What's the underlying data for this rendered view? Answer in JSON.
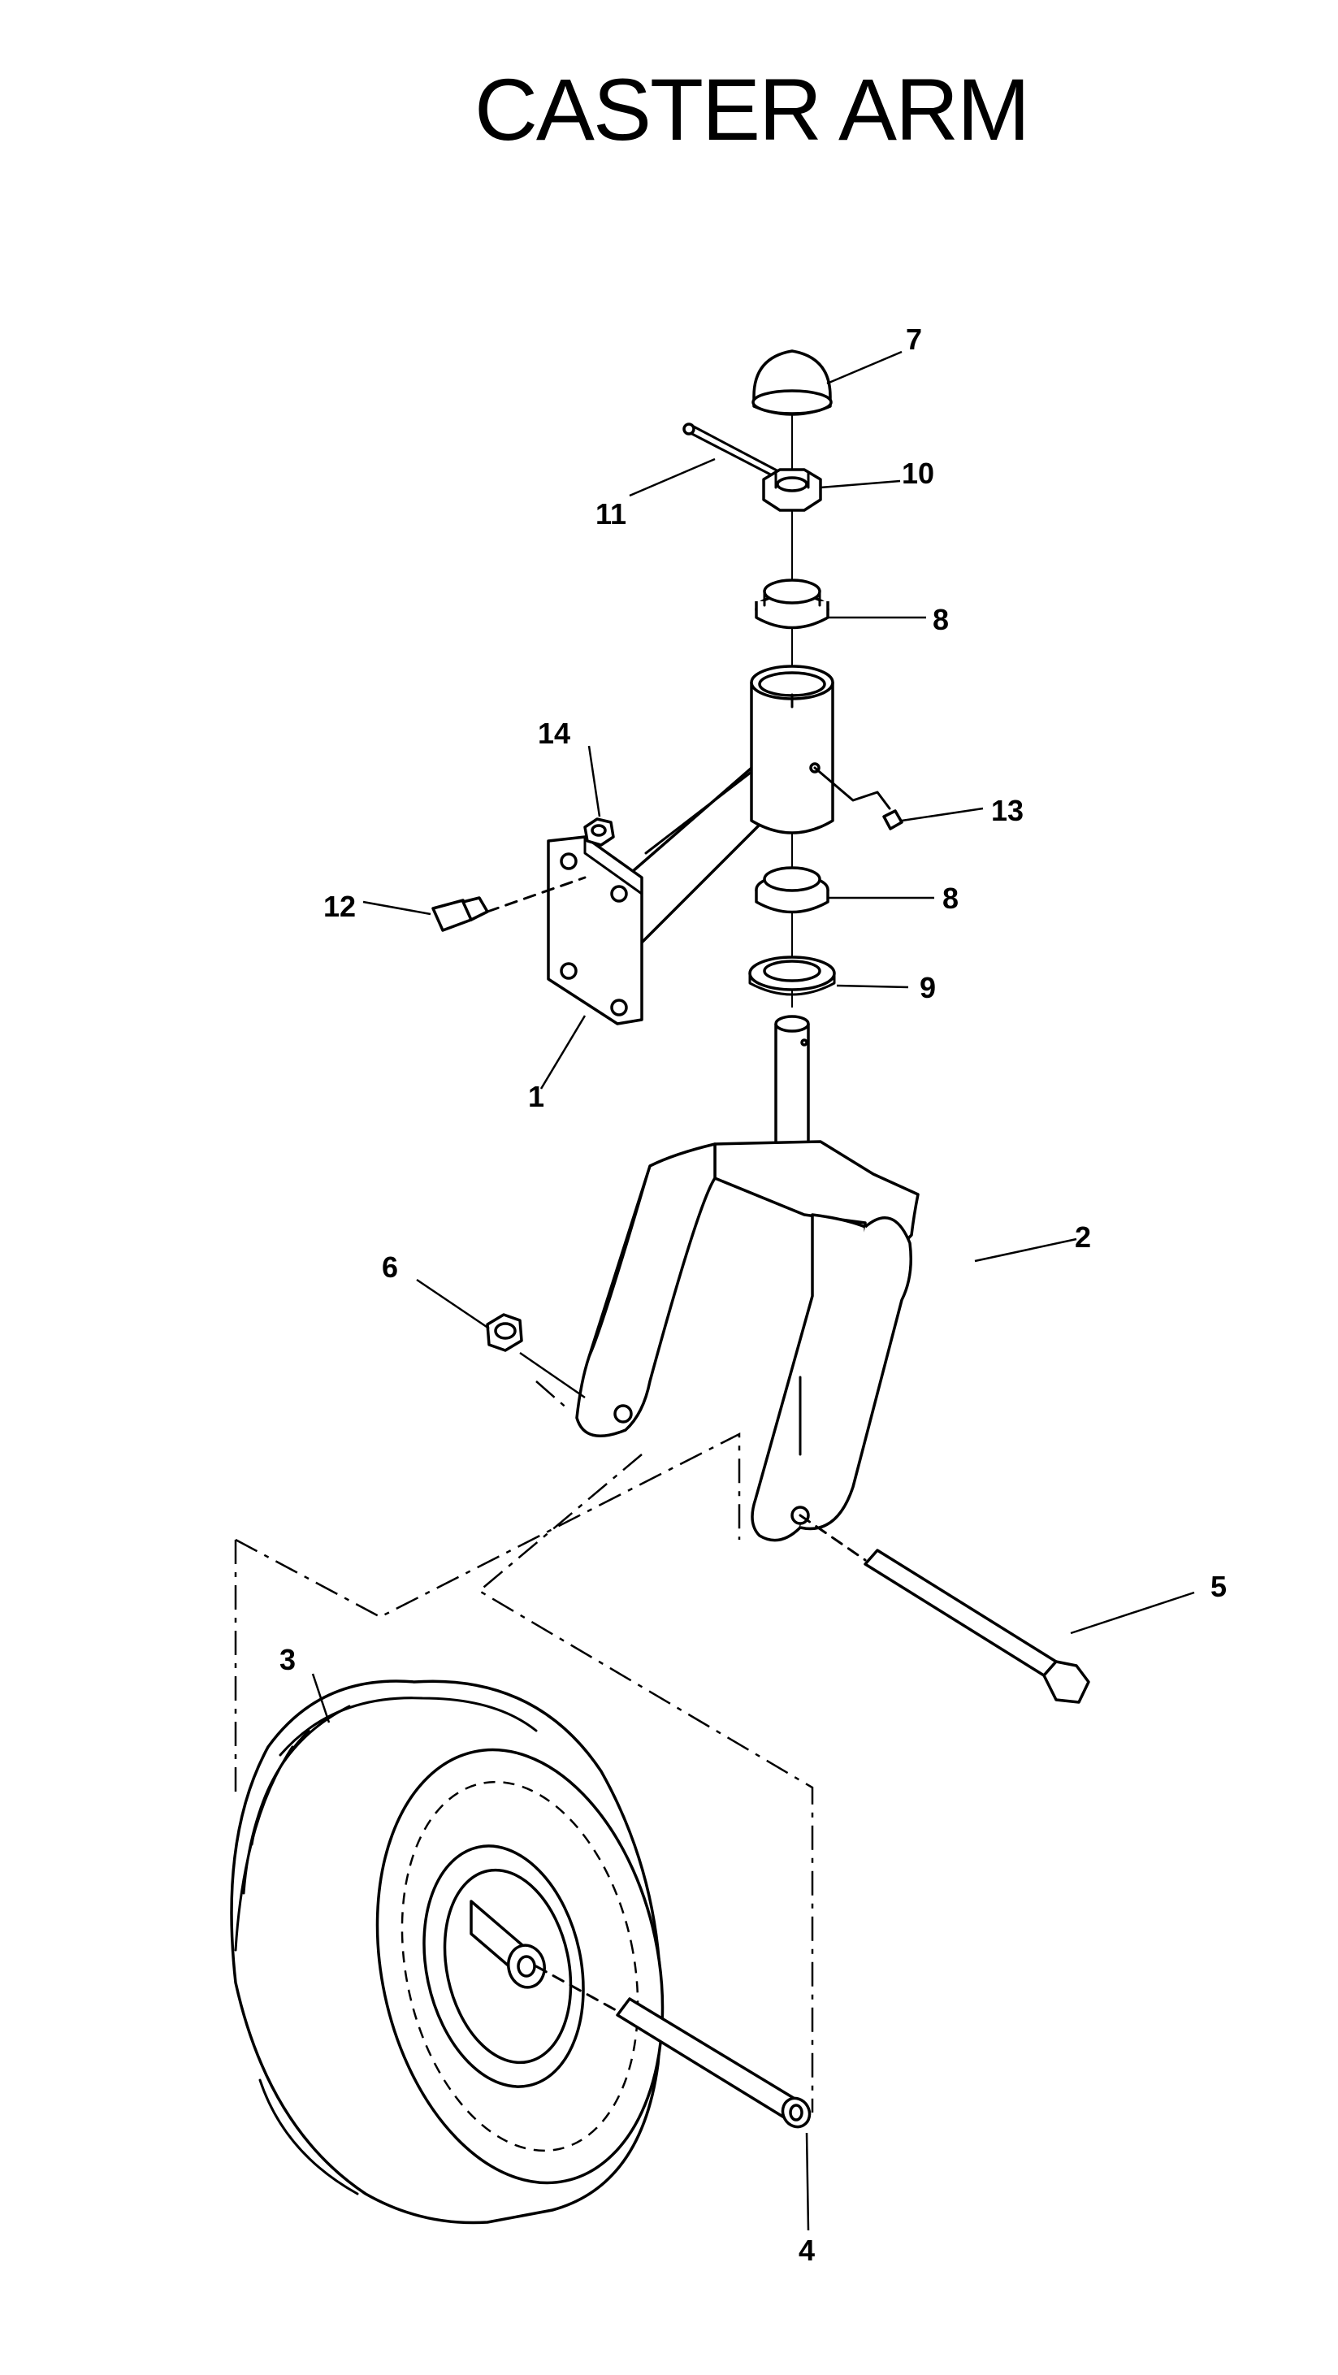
{
  "title": "CASTER ARM",
  "callouts": [
    {
      "id": "c1",
      "label": "1"
    },
    {
      "id": "c2",
      "label": "2"
    },
    {
      "id": "c3",
      "label": "3"
    },
    {
      "id": "c4",
      "label": "4"
    },
    {
      "id": "c5",
      "label": "5"
    },
    {
      "id": "c6",
      "label": "6"
    },
    {
      "id": "c7",
      "label": "7"
    },
    {
      "id": "c8a",
      "label": "8"
    },
    {
      "id": "c8b",
      "label": "8"
    },
    {
      "id": "c9",
      "label": "9"
    },
    {
      "id": "c10",
      "label": "10"
    },
    {
      "id": "c11",
      "label": "11"
    },
    {
      "id": "c12",
      "label": "12"
    },
    {
      "id": "c13",
      "label": "13"
    },
    {
      "id": "c14",
      "label": "14"
    }
  ]
}
